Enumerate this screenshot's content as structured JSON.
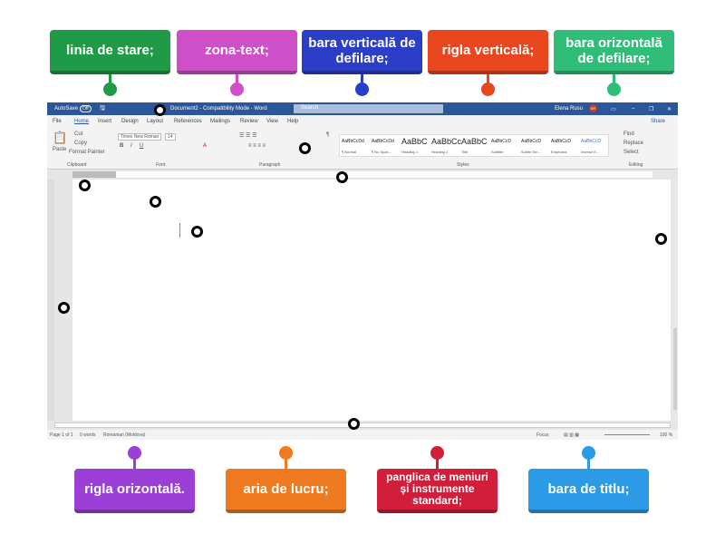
{
  "top_labels": [
    {
      "text": "linia de stare;",
      "color": "#1f9a46"
    },
    {
      "text": "zona-text;",
      "color": "#cf4fc8"
    },
    {
      "text": "bara verticală de defilare;",
      "color": "#2b3ec8"
    },
    {
      "text": "rigla verticală;",
      "color": "#e8461d"
    },
    {
      "text": "bara orizontală de defilare;",
      "color": "#2fbd78"
    }
  ],
  "bottom_labels": [
    {
      "text": "rigla orizontală.",
      "color": "#9b3fd6"
    },
    {
      "text": "aria de lucru;",
      "color": "#f07a1f"
    },
    {
      "text": "panglica de meniuri şi instrumente standard;",
      "color": "#d21d3b"
    },
    {
      "text": "bara de titlu;",
      "color": "#2b9be8"
    }
  ],
  "word": {
    "autosave": "AutoSave",
    "autosave_state": "Off",
    "title": "Document2 - Compatibility Mode - Word",
    "search": "Search",
    "user": "Elena Rusu",
    "user_initials": "ER",
    "tabs": [
      "File",
      "Home",
      "Insert",
      "Design",
      "Layout",
      "References",
      "Mailings",
      "Review",
      "View",
      "Help"
    ],
    "share": "Share",
    "clipboard": {
      "paste": "Paste",
      "cut": "Cut",
      "copy": "Copy",
      "format_painter": "Format Painter",
      "group": "Clipboard"
    },
    "font": {
      "name": "Times New Roman",
      "size": "14",
      "group": "Font"
    },
    "paragraph_group": "Paragraph",
    "styles": [
      {
        "preview": "AaBbCcDd",
        "name": "¶ Normal"
      },
      {
        "preview": "AaBbCcDd",
        "name": "¶ No Spac..."
      },
      {
        "preview": "AaBbC",
        "name": "Heading 1"
      },
      {
        "preview": "AaBbCc",
        "name": "Heading 2"
      },
      {
        "preview": "AaBbC",
        "name": "Title"
      },
      {
        "preview": "AaBbCcD",
        "name": "Subtitle"
      },
      {
        "preview": "AaBbCcD",
        "name": "Subtle Em..."
      },
      {
        "preview": "AaBbCcD",
        "name": "Emphasis"
      },
      {
        "preview": "AaBbCcD",
        "name": "Intense E..."
      }
    ],
    "styles_group": "Styles",
    "editing": {
      "find": "Find",
      "replace": "Replace",
      "select": "Select",
      "group": "Editing"
    },
    "status": {
      "page": "Page 1 of 1",
      "words": "0 words",
      "language": "Romanian (Moldova)",
      "focus": "Focus",
      "zoom": "100 %"
    }
  }
}
